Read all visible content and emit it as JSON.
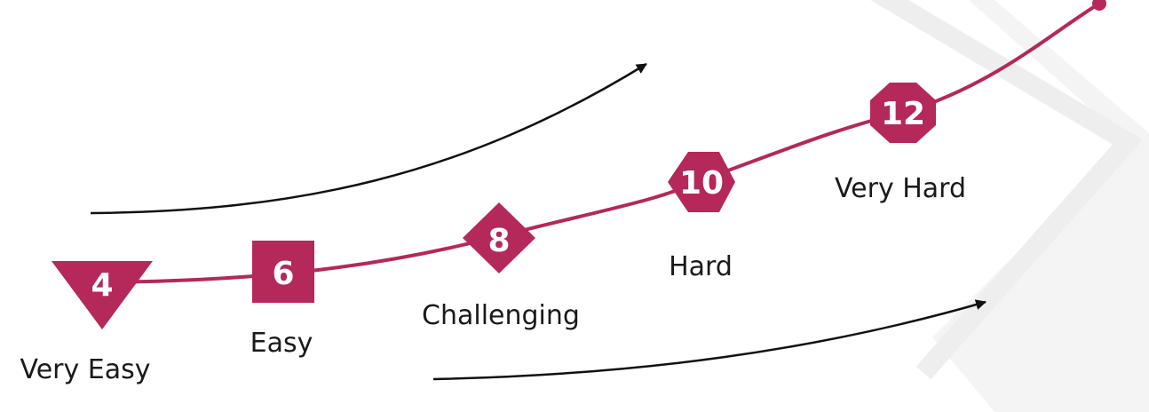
{
  "colors": {
    "accent": "#b5285a",
    "arrow": "#111111",
    "backdrop": "#f1f1f1"
  },
  "levels": [
    {
      "number": "4",
      "label": "Very Easy",
      "marker": "triangle-down"
    },
    {
      "number": "6",
      "label": "Easy",
      "marker": "square"
    },
    {
      "number": "8",
      "label": "Challenging",
      "marker": "diamond"
    },
    {
      "number": "10",
      "label": "Hard",
      "marker": "hexagon"
    },
    {
      "number": "12",
      "label": "Very Hard",
      "marker": "octagon"
    }
  ]
}
